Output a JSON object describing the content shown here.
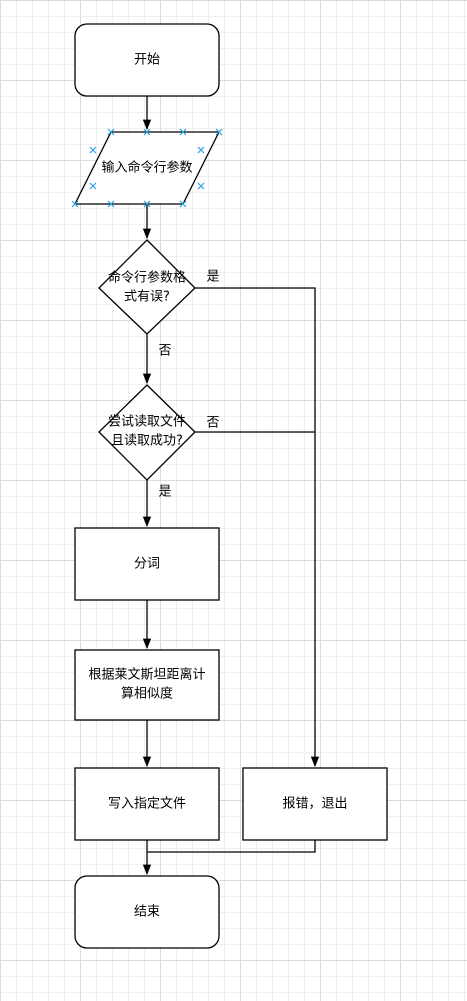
{
  "nodes": {
    "start": "开始",
    "input": "输入命令行参数",
    "check_args_1": "命令行参数格",
    "check_args_2": "式有误?",
    "check_file_1": "尝试读取文件",
    "check_file_2": "且读取成功?",
    "tokenize": "分词",
    "similarity_1": "根据莱文斯坦距离计",
    "similarity_2": "算相似度",
    "write_file": "写入指定文件",
    "error_exit": "报错，退出",
    "end": "结束"
  },
  "edges": {
    "args_yes": "是",
    "args_no": "否",
    "file_no": "否",
    "file_yes": "是"
  },
  "colors": {
    "stroke": "#000000",
    "fill": "#ffffff",
    "selection_handle": "#29a0e6",
    "grid": "#dcdcdc"
  }
}
